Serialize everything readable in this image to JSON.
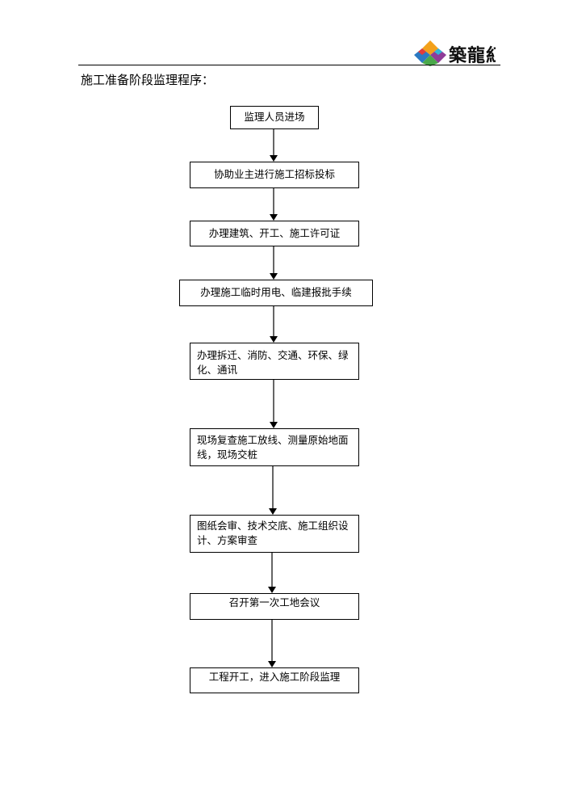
{
  "header": {
    "logo_text": "築龍",
    "logo_partial": "紅"
  },
  "page_title": "施工准备阶段监理程序：",
  "flowchart": {
    "steps": [
      {
        "label": "监理人员进场"
      },
      {
        "label": "协助业主进行施工招标投标"
      },
      {
        "label": "办理建筑、开工、施工许可证"
      },
      {
        "label": "办理施工临时用电、临建报批手续"
      },
      {
        "label": "办理拆迁、消防、交通、环保、绿化、通讯"
      },
      {
        "label": "现场复查施工放线、测量原始地面线，现场交桩"
      },
      {
        "label": "图纸会审、技术交底、施工组织设计、方案审查"
      },
      {
        "label": "召开第一次工地会议"
      },
      {
        "label": "工程开工，进入施工阶段监理"
      }
    ]
  }
}
